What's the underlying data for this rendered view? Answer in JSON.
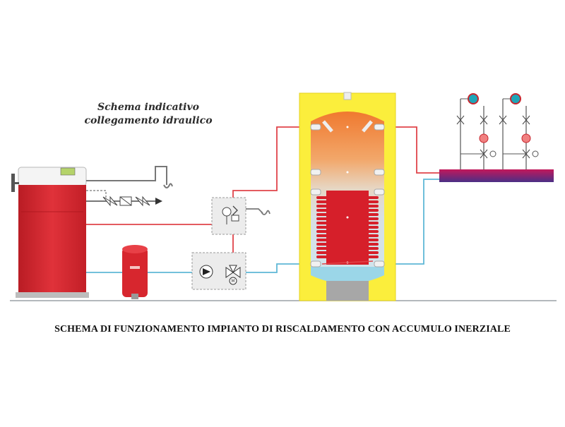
{
  "diagram": {
    "heading_line1": "Schema indicativo",
    "heading_line2": "collegamento idraulico",
    "caption": "SCHEMA DI FUNZIONAMENTO IMPIANTO DI RISCALDAMENTO CON ACCUMULO INERZIALE"
  },
  "colors": {
    "hot_pipe": "#e0444a",
    "cold_pipe": "#5fb8d6",
    "boiler": "#d7262e",
    "tank_jacket": "#fbee3c",
    "coil": "#d61f2a",
    "cold_water": "#9bd6e8",
    "manifold_top": "#c2185b",
    "manifold_bottom": "#5a2d82"
  },
  "icons": [
    "boiler",
    "expansion-vessel",
    "pump",
    "mixing-valve",
    "safety-valve",
    "pressure-gauge",
    "check-valve",
    "filter",
    "gate-valve",
    "buffer-tank",
    "heat-exchanger-coil",
    "thermometer",
    "manifold"
  ]
}
